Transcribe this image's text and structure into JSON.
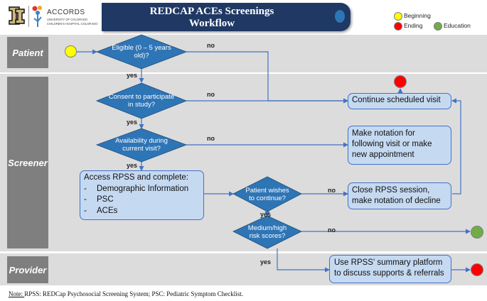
{
  "header": {
    "logo_text": "ACCORDS",
    "logo_subtitle_1": "UNIVERSITY OF COLORADO",
    "logo_subtitle_2": "CHILDREN'S HOSPITAL COLORADO",
    "title_line1": "REDCAP ACEs Screenings",
    "title_line2": "Workflow"
  },
  "legend": {
    "beginning": "Beginning",
    "ending": "Ending",
    "education": "Education",
    "colors": {
      "beginning": "#ffff00",
      "ending": "#ff0000",
      "education": "#70ad47"
    }
  },
  "lanes": {
    "patient": "Patient",
    "screener": "Screener",
    "provider": "Provider"
  },
  "decisions": {
    "eligible": "Eligible (0 – 5 years old)?",
    "consent": "Consent to participate in study?",
    "availability": "Availability during current visit?",
    "wishes": "Patient wishes to continue?",
    "risk": "Medium/high risk scores?"
  },
  "boxes": {
    "continue_visit": "Continue scheduled visit",
    "notation": "Make notation for following visit or make new appointment",
    "close_session": "Close RPSS session, make notation of decline",
    "rpss_title": "Access RPSS and complete:",
    "rpss_items": [
      "Demographic Information",
      "PSC",
      "ACEs"
    ],
    "summary": "Use RPSS' summary platform to discuss supports & referrals"
  },
  "labels": {
    "yes": "yes",
    "no": "no"
  },
  "note": {
    "prefix": "Note: ",
    "text": "RPSS: REDCap Psychosocial Screening System; PSC: Pediatric Symptom Checklist."
  },
  "colors": {
    "diamond": "#2e75b6",
    "box_fill": "#c5d9f1",
    "box_border": "#4472c4",
    "band": "#dcdcdc",
    "lane_label": "#7f7f7f",
    "title_bar": "#1f3864"
  }
}
